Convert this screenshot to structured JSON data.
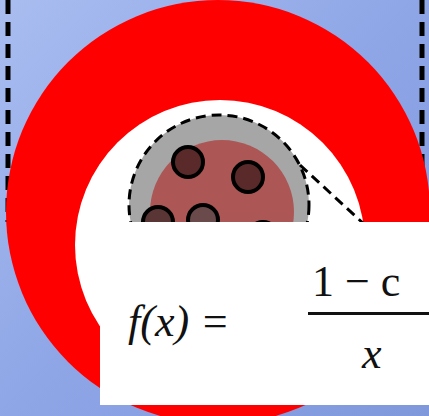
{
  "diagram": {
    "nodes": [
      {
        "text": [
          "f(x) =",
          "1 − c",
          "x"
        ]
      }
    ]
  }
}
